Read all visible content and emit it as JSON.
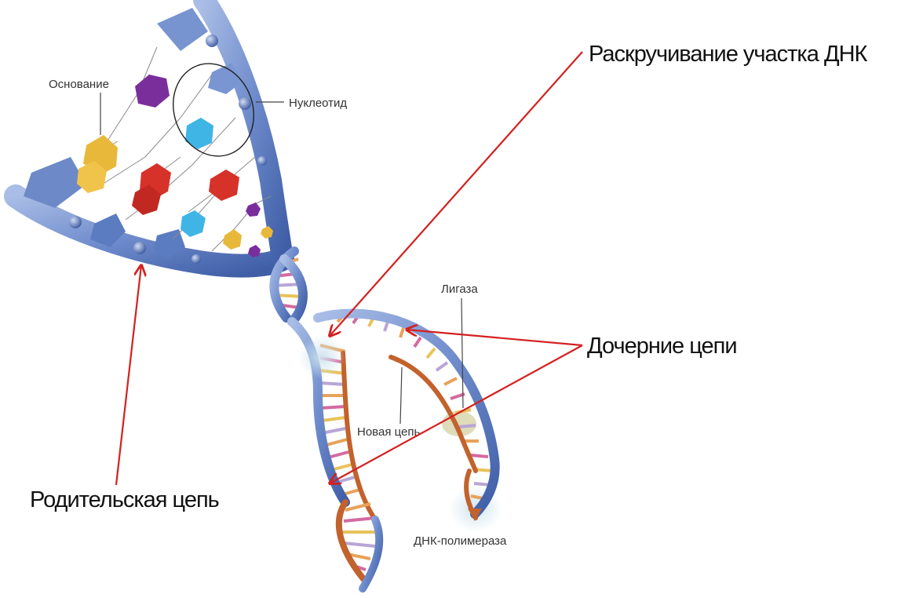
{
  "labels": {
    "base": "Основание",
    "nucleotide": "Нуклеотид",
    "ligase": "Лигаза",
    "new_strand": "Новая цепь",
    "polymerase": "ДНК-полимераза",
    "unwinding": "Раскручивание участка ДНК",
    "daughter_strands": "Дочерние цепи",
    "parent_strand": "Родительская цепь"
  },
  "colors": {
    "backbone": "#6f8ccc",
    "backbone_dark": "#4a67ad",
    "arrow": "#d42020",
    "base_purple": "#7a2e9c",
    "base_yellow": "#e8b83a",
    "base_red": "#d6322a",
    "base_cyan": "#3fb5e6",
    "new_strand": "#c2622c",
    "enzyme_glow": "#bcd8e6"
  }
}
